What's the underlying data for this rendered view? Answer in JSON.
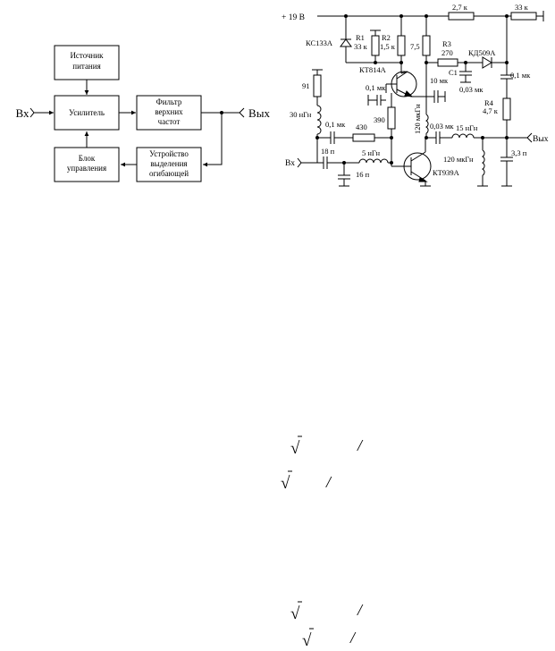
{
  "block_diagram": {
    "input_label": "Вх",
    "output_label": "Вых",
    "blocks": {
      "power": [
        "Источник",
        "питания"
      ],
      "amp": [
        "Усилитель"
      ],
      "hpf": [
        "Фильтр",
        "верхних",
        "частот"
      ],
      "ctrl": [
        "Блок",
        "управления"
      ],
      "env": [
        "Устройство",
        "выделения",
        "огибающей"
      ]
    }
  },
  "schematic": {
    "supply": "+ 19 В",
    "input": "Вх",
    "output": "Вых",
    "labels": {
      "r_2k7": "2,7 к",
      "r_33k_top": "33 к",
      "zener": "КС133А",
      "r1_name": "R1",
      "r1_val": "33 к",
      "r2_name": "R2",
      "r2_val": "1,5 к",
      "r_7k5": "7,5",
      "r3_name": "R3",
      "r3_val": "270",
      "diode": "КД509А",
      "q1": "КТ814А",
      "c1_name": "C1",
      "c1_val": "0,03 мк",
      "c_01_right": "0,1 мк",
      "r4_name": "R4",
      "r4_val": "4,7 к",
      "r_91": "91",
      "c_01_q1": "0,1 мк",
      "c_10": "10 мк",
      "l_30": "30 нГн",
      "c_01_mid": "0,1 мк",
      "r_430": "430",
      "r_390": "390",
      "l_120_mid": "120 мкГн",
      "c_003": "0,03 мк",
      "l_15": "15 нГн",
      "c_18": "18 п",
      "l_5": "5 нГн",
      "c_16": "16 п",
      "q2": "КТ939А",
      "l_120_right": "120 мкГн",
      "c_33": "3,3 п"
    }
  },
  "formula_symbols": {
    "sqrt": "√",
    "slash": "/"
  }
}
